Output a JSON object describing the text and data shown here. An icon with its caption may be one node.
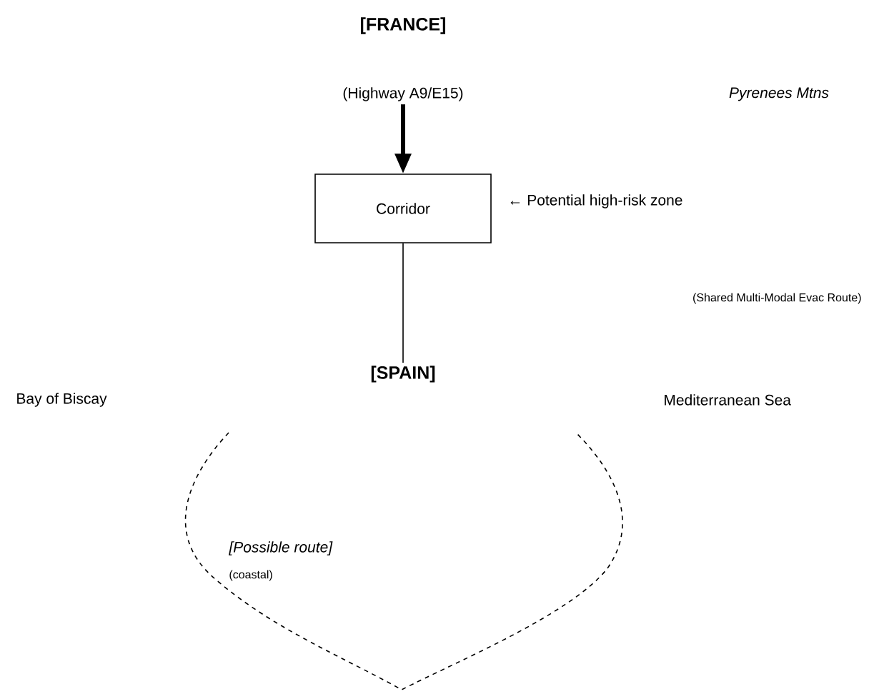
{
  "diagram": {
    "nodes": [
      {
        "text": [
          "(Highway A9/E15)"
        ]
      },
      {
        "text": [
          "Corridor"
        ]
      },
      {
        "text": [
          "[SPAIN]"
        ]
      }
    ],
    "edges": [
      {
        "from": 0,
        "to": 1,
        "arrow": "to",
        "style": "thick"
      },
      {
        "from": 1,
        "to": 2,
        "arrow": "none"
      }
    ],
    "labels": [
      "[FRANCE]",
      "Pyrenees Mtns",
      "← Potential high-risk zone",
      "(Shared Multi-Modal Evac Route)",
      "Bay of Biscay",
      "Mediterranean Sea",
      "[Possible route]",
      "(coastal)"
    ]
  }
}
